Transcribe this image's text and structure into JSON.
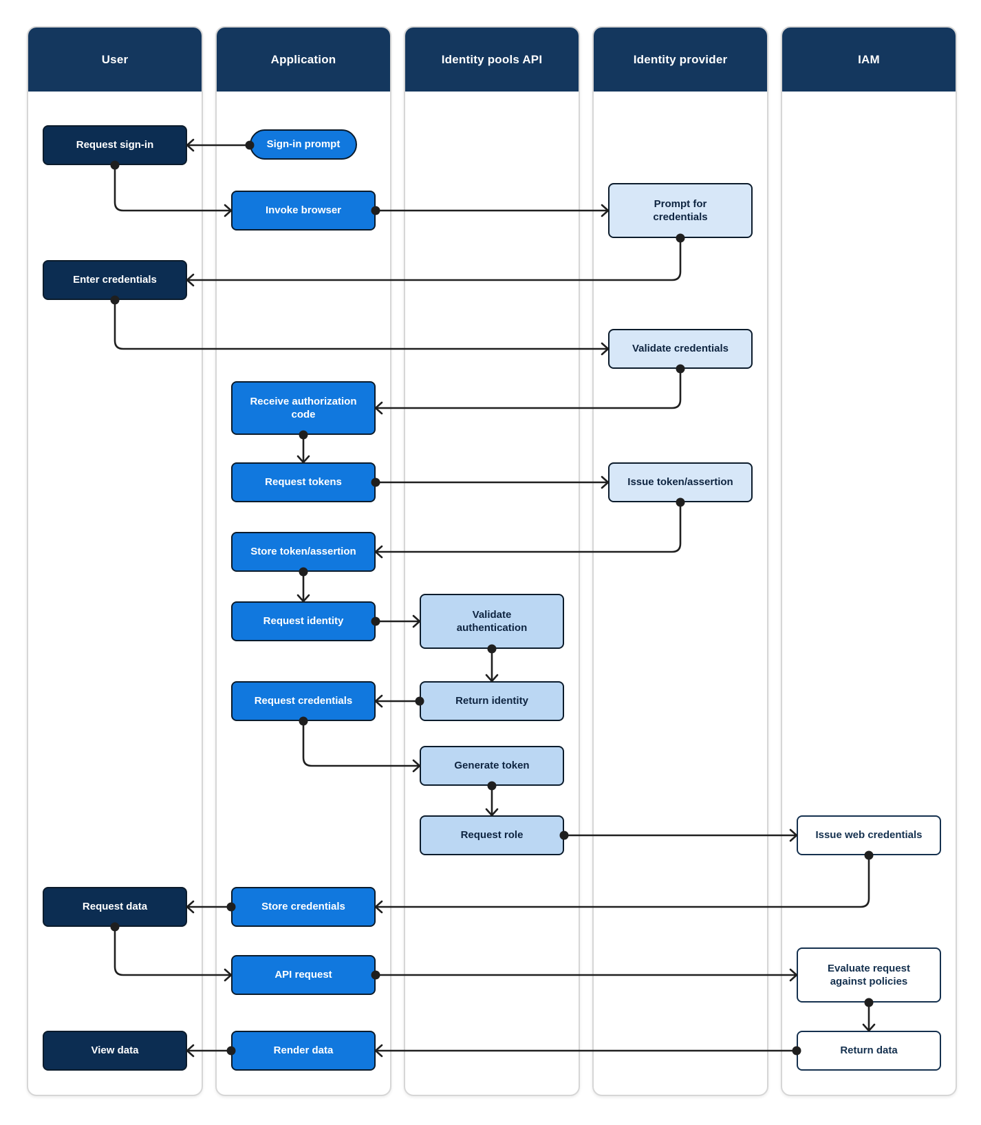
{
  "lanes": {
    "user": "User",
    "application": "Application",
    "identity_pools_api": "Identity pools API",
    "identity_provider": "Identity provider",
    "iam": "IAM"
  },
  "nodes": {
    "request_sign_in": "Request sign-in",
    "sign_in_prompt": "Sign-in prompt",
    "invoke_browser": "Invoke browser",
    "prompt_for_credentials": "Prompt for\ncredentials",
    "enter_credentials": "Enter credentials",
    "validate_credentials": "Validate credentials",
    "receive_authorization_code": "Receive authorization\ncode",
    "request_tokens": "Request tokens",
    "issue_token_assertion": "Issue token/assertion",
    "store_token_assertion": "Store token/assertion",
    "request_identity": "Request identity",
    "validate_authentication": "Validate\nauthentication",
    "request_credentials": "Request credentials",
    "return_identity": "Return identity",
    "generate_token": "Generate token",
    "request_role": "Request role",
    "issue_web_credentials": "Issue web credentials",
    "request_data": "Request data",
    "store_credentials": "Store credentials",
    "api_request": "API request",
    "evaluate_request_against_policies": "Evaluate request\nagainst policies",
    "view_data": "View data",
    "render_data": "Render data",
    "return_data": "Return data"
  },
  "edges": [
    {
      "from": "sign_in_prompt",
      "to": "request_sign_in"
    },
    {
      "from": "request_sign_in",
      "to": "invoke_browser"
    },
    {
      "from": "invoke_browser",
      "to": "prompt_for_credentials"
    },
    {
      "from": "prompt_for_credentials",
      "to": "enter_credentials"
    },
    {
      "from": "enter_credentials",
      "to": "validate_credentials"
    },
    {
      "from": "validate_credentials",
      "to": "receive_authorization_code"
    },
    {
      "from": "receive_authorization_code",
      "to": "request_tokens"
    },
    {
      "from": "request_tokens",
      "to": "issue_token_assertion"
    },
    {
      "from": "issue_token_assertion",
      "to": "store_token_assertion"
    },
    {
      "from": "store_token_assertion",
      "to": "request_identity"
    },
    {
      "from": "request_identity",
      "to": "validate_authentication"
    },
    {
      "from": "validate_authentication",
      "to": "return_identity"
    },
    {
      "from": "return_identity",
      "to": "request_credentials"
    },
    {
      "from": "request_credentials",
      "to": "generate_token"
    },
    {
      "from": "generate_token",
      "to": "request_role"
    },
    {
      "from": "request_role",
      "to": "issue_web_credentials"
    },
    {
      "from": "issue_web_credentials",
      "to": "store_credentials"
    },
    {
      "from": "store_credentials",
      "to": "request_data"
    },
    {
      "from": "request_data",
      "to": "api_request"
    },
    {
      "from": "api_request",
      "to": "evaluate_request_against_policies"
    },
    {
      "from": "evaluate_request_against_policies",
      "to": "return_data"
    },
    {
      "from": "return_data",
      "to": "render_data"
    },
    {
      "from": "render_data",
      "to": "view_data"
    }
  ],
  "colors": {
    "header_navy": "#14375E",
    "user_box": "#0C2D52",
    "app_blue": "#1178DE",
    "pools_light_blue": "#BBD7F3",
    "provider_light_blue": "#D7E7F8",
    "iam_box_bg": "#FFFFFF",
    "iam_border": "#14304E",
    "box_border": "#0B1B2B",
    "light_text": "#0E2440",
    "arrow": "#1F1F1F",
    "lane_border": "#D6D6D6",
    "lane_bg": "#FFFFFF",
    "page_bg": "#FFFFFF",
    "header_text": "#FFFFFF"
  }
}
